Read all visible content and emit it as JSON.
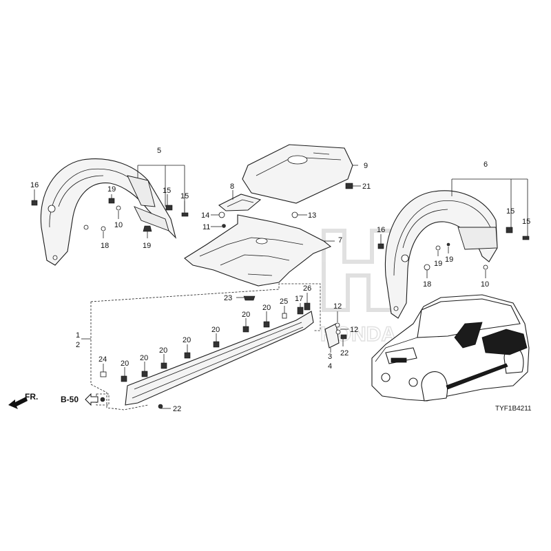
{
  "labels": [
    {
      "id": "1",
      "text": "1"
    },
    {
      "id": "2",
      "text": "2"
    },
    {
      "id": "3",
      "text": "3"
    },
    {
      "id": "4",
      "text": "4"
    },
    {
      "id": "5",
      "text": "5"
    },
    {
      "id": "6",
      "text": "6"
    },
    {
      "id": "7",
      "text": "7"
    },
    {
      "id": "8",
      "text": "8"
    },
    {
      "id": "9",
      "text": "9"
    },
    {
      "id": "10a",
      "text": "10"
    },
    {
      "id": "10b",
      "text": "10"
    },
    {
      "id": "11",
      "text": "11"
    },
    {
      "id": "12a",
      "text": "12"
    },
    {
      "id": "12b",
      "text": "12"
    },
    {
      "id": "13",
      "text": "13"
    },
    {
      "id": "14",
      "text": "14"
    },
    {
      "id": "15a",
      "text": "15"
    },
    {
      "id": "15b",
      "text": "15"
    },
    {
      "id": "15c",
      "text": "15"
    },
    {
      "id": "15d",
      "text": "15"
    },
    {
      "id": "16a",
      "text": "16"
    },
    {
      "id": "16b",
      "text": "16"
    },
    {
      "id": "17",
      "text": "17"
    },
    {
      "id": "18a",
      "text": "18"
    },
    {
      "id": "18b",
      "text": "18"
    },
    {
      "id": "19a",
      "text": "19"
    },
    {
      "id": "19b",
      "text": "19"
    },
    {
      "id": "19c",
      "text": "19"
    },
    {
      "id": "19d",
      "text": "19"
    },
    {
      "id": "20a",
      "text": "20"
    },
    {
      "id": "20b",
      "text": "20"
    },
    {
      "id": "20c",
      "text": "20"
    },
    {
      "id": "20d",
      "text": "20"
    },
    {
      "id": "20e",
      "text": "20"
    },
    {
      "id": "20f",
      "text": "20"
    },
    {
      "id": "20g",
      "text": "20"
    },
    {
      "id": "20h",
      "text": "20"
    },
    {
      "id": "21",
      "text": "21"
    },
    {
      "id": "22a",
      "text": "22"
    },
    {
      "id": "22b",
      "text": "22"
    },
    {
      "id": "23",
      "text": "23"
    },
    {
      "id": "24",
      "text": "24"
    },
    {
      "id": "25",
      "text": "25"
    },
    {
      "id": "26",
      "text": "26"
    }
  ],
  "reference": {
    "text": "B-50"
  },
  "front_marker": {
    "text": "FR."
  },
  "diagram_code": {
    "text": "TYF1B4211"
  },
  "watermark": {
    "brand": "HONDA"
  }
}
